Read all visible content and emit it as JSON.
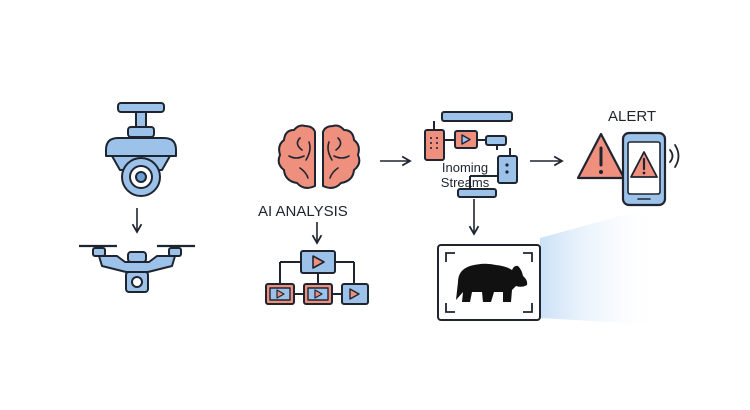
{
  "labels": {
    "ai_analysis": "AI ANALYSIS",
    "incoming_streams": "Inoming Streams",
    "alert": "ALERT"
  },
  "colors": {
    "outline": "#1e2530",
    "blue": "#9cc2ea",
    "blue_dark": "#6d9ed4",
    "salmon": "#ef8f7e",
    "beam": "#c7dff6"
  },
  "icons": [
    "security-camera-icon",
    "drone-icon",
    "brain-icon",
    "video-network-icon",
    "stream-pipeline-icon",
    "warning-triangle-icon",
    "phone-alert-icon",
    "bear-detection-icon"
  ]
}
